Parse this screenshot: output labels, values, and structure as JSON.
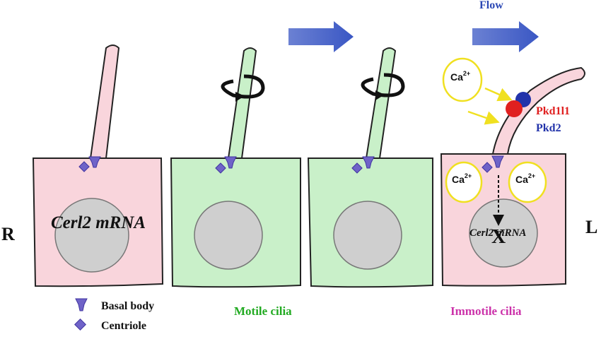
{
  "side_labels": {
    "left": "R",
    "right": "L"
  },
  "flow": {
    "label": "Flow"
  },
  "ions": {
    "calcium": "Ca",
    "calcium_charge": "2+"
  },
  "proteins": {
    "pkd1l1": "Pkd1l1",
    "pkd2": "Pkd2"
  },
  "cells": {
    "first_mrna": "Cerl2 mRNA",
    "last_mrna": "Cerl2 mRNA",
    "block_mark": "X"
  },
  "legend": {
    "basal_body": "Basal body",
    "centriole": "Centriole"
  },
  "captions": {
    "motile": "Motile cilia",
    "immotile": "Immotile cilia"
  },
  "colors": {
    "pink_cell": "#f9d5dc",
    "green_cell": "#c9f0c9",
    "nucleus": "#cfcfcf",
    "arrow_blue": "#3a57c4",
    "marker_purple": "#6f63c8",
    "pkd1l1_red": "#e02020",
    "pkd2_blue": "#2233aa",
    "ca_yellow": "#f0e020",
    "motile_green": "#22aa22",
    "immotile_magenta": "#cc33aa"
  }
}
